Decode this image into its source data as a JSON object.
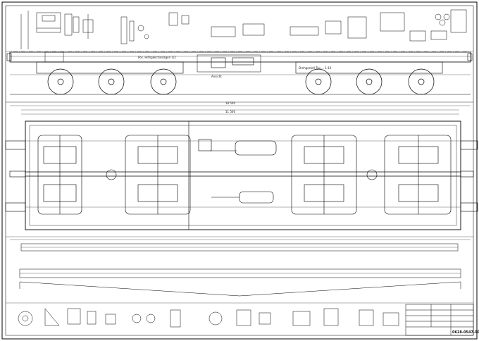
{
  "drawing": {
    "annotations": {
      "side_label_left": "Pos. Hilfsgleichanlagen 1/2",
      "side_label_mid": "Ansicht",
      "side_label_right": "Drehgestell Typ ... 1:10",
      "dim_overall": "18 500",
      "dim_bogie": "11 500"
    },
    "title_block": {
      "rows": [
        "",
        "",
        "",
        "",
        ""
      ],
      "drawing_number": "0628-0547-00"
    }
  }
}
